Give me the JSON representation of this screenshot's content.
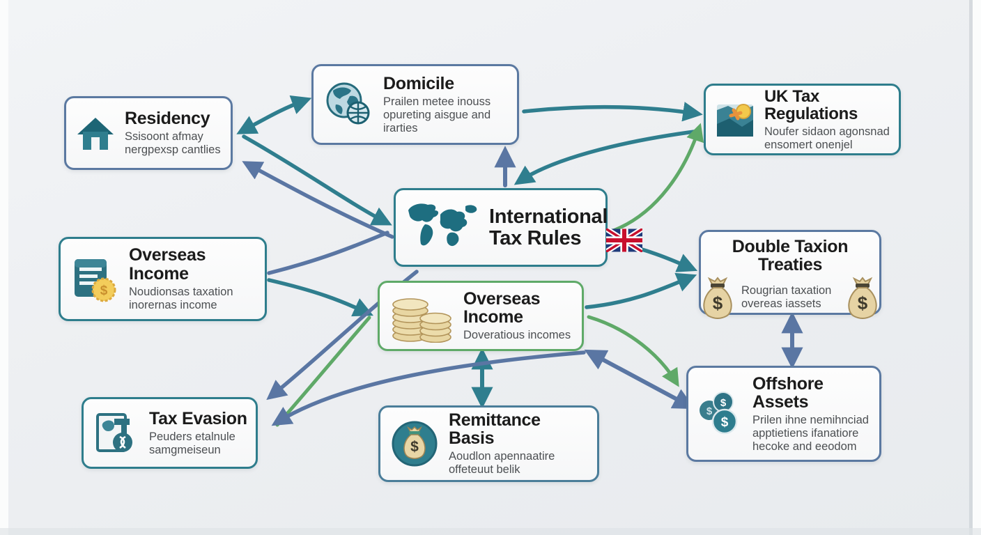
{
  "diagram_title": "UK international tax rules concept map",
  "colors": {
    "arrow_teal": "#2f7e8e",
    "arrow_blue": "#5a76a3",
    "arrow_green": "#5fa968",
    "coin_gold": "#e9c568",
    "bag_tan": "#e3cf9e",
    "box_border_teal": "#2e7d8c",
    "box_border_blue": "#5b79a1",
    "box_border_green": "#5faa68",
    "background": "#eef0f2"
  },
  "nodes": [
    {
      "id": "residency",
      "title": "Residency",
      "subtitle": "Ssisoont afmay nergpexsp cantlies",
      "icon": "house-icon"
    },
    {
      "id": "domicile",
      "title": "Domicile",
      "subtitle": "Prailen metee inouss opureting aisgue and irarties",
      "icon": "globe-icon"
    },
    {
      "id": "uk-tax-regulations",
      "title": "UK Tax Regulations",
      "subtitle": "Noufer sidaon agonsnad ensomert onenjel",
      "icon": "map-coin-icon"
    },
    {
      "id": "international-tax-rules",
      "title": "International Tax Rules",
      "subtitle": "",
      "icon": "world-map-icon",
      "flag_icon": "uk-flag-icon"
    },
    {
      "id": "overseas-income-left",
      "title": "Overseas Income",
      "subtitle": "Noudionsas taxation inorernas income",
      "icon": "document-coin-icon"
    },
    {
      "id": "overseas-income-center",
      "title": "Overseas Income",
      "subtitle": "Doveratious incomes",
      "icon": "coin-stacks-icon"
    },
    {
      "id": "double-taxation-treaties",
      "title": "Double Taxion Treaties",
      "subtitle": "Rougrian taxation overeas iassets",
      "icon": "money-bag-icon",
      "icon_right": "money-bag-icon"
    },
    {
      "id": "tax-evasion",
      "title": "Tax Evasion",
      "subtitle": "Peuders etalnule samgmeiseun",
      "icon": "document-badge-icon"
    },
    {
      "id": "remittance-basis",
      "title": "Remittance Basis",
      "subtitle": "Aoudlon apennaatire offeteuut belik",
      "icon": "money-bag-circle-icon"
    },
    {
      "id": "offshore-assets",
      "title": "Offshore Assets",
      "subtitle": "Prilen ihne nemihnciad apptietiens ifanatiore hecoke and eeodom",
      "icon": "dollar-coins-icon"
    }
  ],
  "edges": [
    {
      "from": "residency",
      "to": "domicile",
      "color": "teal",
      "double_headed": true
    },
    {
      "from": "residency",
      "to": "international-tax-rules",
      "color": "teal",
      "double_headed": true
    },
    {
      "from": "international-tax-rules",
      "to": "residency",
      "color": "blue",
      "double_headed": false
    },
    {
      "from": "international-tax-rules",
      "to": "domicile",
      "color": "blue",
      "double_headed": false
    },
    {
      "from": "uk-tax-regulations",
      "to": "international-tax-rules",
      "color": "teal",
      "double_headed": false
    },
    {
      "from": "domicile",
      "to": "uk-tax-regulations",
      "color": "teal",
      "double_headed": false
    },
    {
      "from": "international-tax-rules",
      "to": "uk-tax-regulations",
      "color": "green",
      "double_headed": false
    },
    {
      "from": "international-tax-rules",
      "to": "double-taxation-treaties",
      "color": "teal",
      "double_headed": false
    },
    {
      "from": "overseas-income-center",
      "to": "double-taxation-treaties",
      "color": "teal",
      "double_headed": false
    },
    {
      "from": "overseas-income-left",
      "to": "international-tax-rules",
      "color": "blue",
      "double_headed": false
    },
    {
      "from": "overseas-income-left",
      "to": "overseas-income-center",
      "color": "teal",
      "double_headed": false
    },
    {
      "from": "international-tax-rules",
      "to": "tax-evasion",
      "color": "blue",
      "double_headed": false
    },
    {
      "from": "tax-evasion",
      "to": "overseas-income-center",
      "color": "green",
      "double_headed": false
    },
    {
      "from": "overseas-income-center",
      "to": "remittance-basis",
      "color": "teal",
      "double_headed": true
    },
    {
      "from": "overseas-income-center",
      "to": "offshore-assets",
      "color": "blue",
      "double_headed": true
    },
    {
      "from": "double-taxation-treaties",
      "to": "offshore-assets",
      "color": "blue",
      "double_headed": true
    },
    {
      "from": "remittance-basis",
      "to": "tax-evasion",
      "color": "blue",
      "double_headed": false
    },
    {
      "from": "international-tax-rules",
      "to": "offshore-assets",
      "color": "green",
      "double_headed": false
    }
  ]
}
